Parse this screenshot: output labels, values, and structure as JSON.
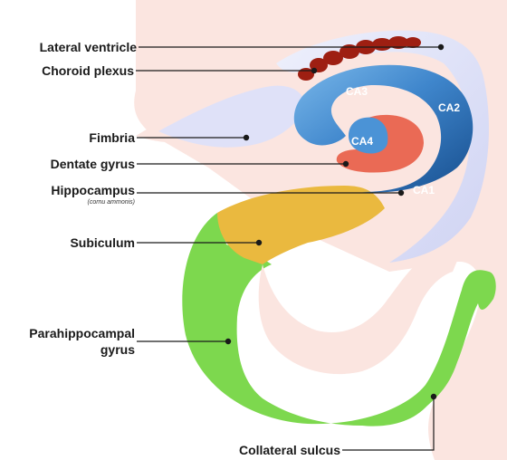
{
  "labels": {
    "lateral_ventricle": "Lateral ventricle",
    "choroid_plexus": "Choroid plexus",
    "fimbria": "Fimbria",
    "dentate_gyrus": "Dentate gyrus",
    "hippocampus": "Hippocampus",
    "cornu_ammonis": "(cornu ammonis)",
    "subiculum": "Subiculum",
    "parahippocampal_line1": "Parahippocampal",
    "parahippocampal_line2": "gyrus",
    "collateral_sulcus": "Collateral sulcus"
  },
  "regions": {
    "ca1": "CA1",
    "ca2": "CA2",
    "ca3": "CA3",
    "ca4": "CA4"
  },
  "colors": {
    "background_tissue": "#fbe5e0",
    "ventricle": "#d9dcf6",
    "choroid_plexus": "#9e1f12",
    "hippocampus_dark": "#1f5a9a",
    "hippocampus_light": "#5aa0dc",
    "dentate_gyrus": "#ea6a55",
    "subiculum": "#eab93f",
    "parahippocampal": "#7dd84e",
    "leader_line": "#1a1a1a"
  }
}
